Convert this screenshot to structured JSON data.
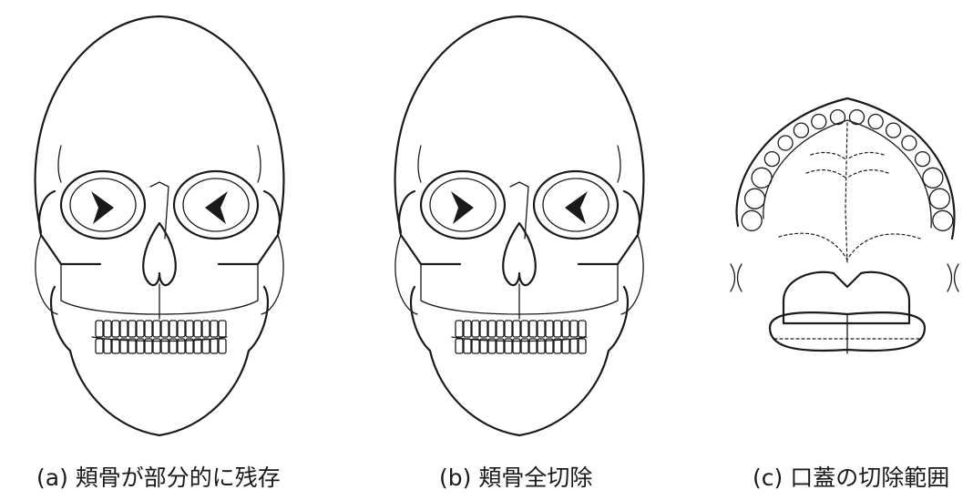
{
  "figure": {
    "panels": [
      {
        "id": "a",
        "caption": "(a) 頬骨が部分的に残存"
      },
      {
        "id": "b",
        "caption": "(b) 頬骨全切除"
      },
      {
        "id": "c",
        "caption": "(c) 口蓋の切除範囲"
      }
    ]
  }
}
